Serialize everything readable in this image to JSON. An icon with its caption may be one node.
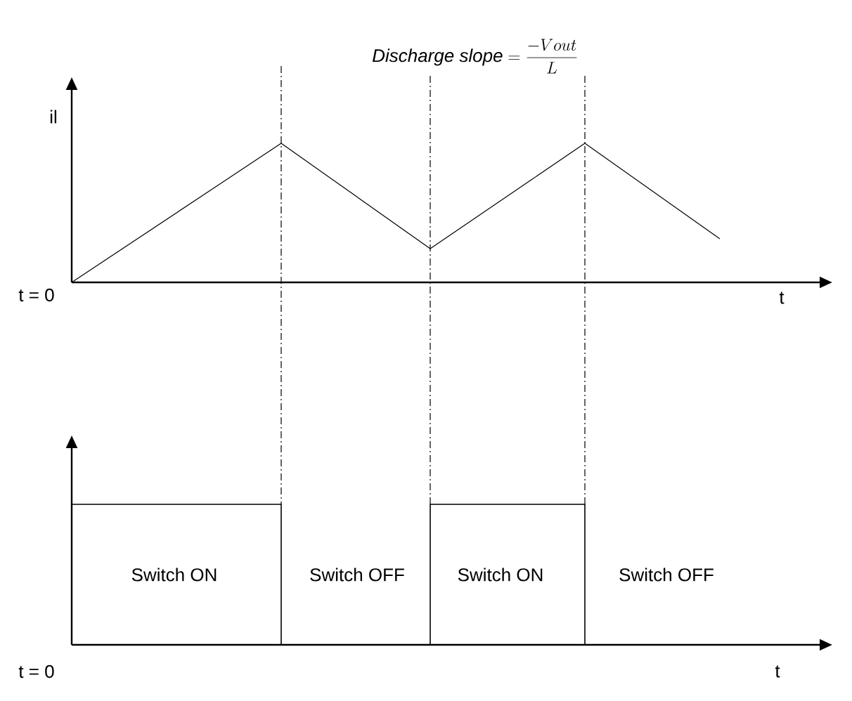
{
  "diagram": {
    "labels": [
      "\\mathit{Discharge\\ slope} = \\frac{-Vout}{L}",
      "il",
      "t = 0",
      "t",
      "Switch ON",
      "Switch OFF",
      "Switch ON",
      "Switch OFF",
      "t = 0",
      "t"
    ]
  }
}
